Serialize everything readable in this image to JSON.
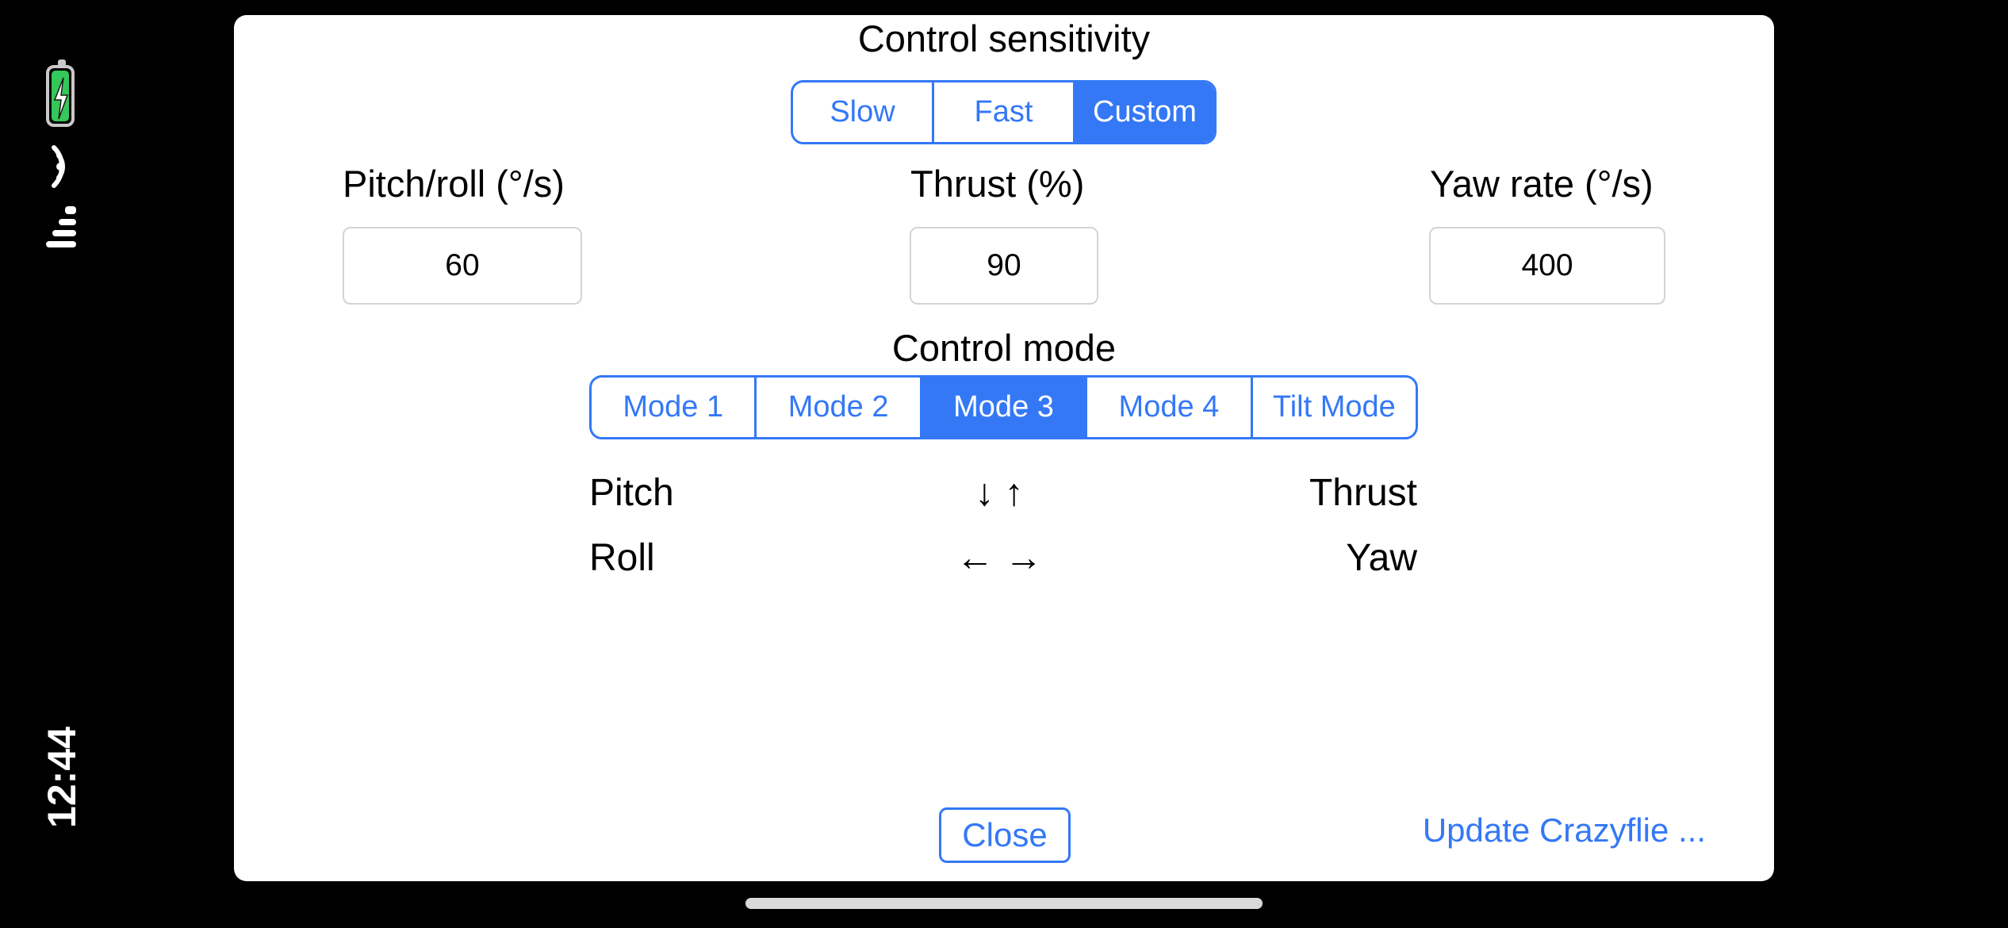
{
  "status_bar": {
    "time": "12:44",
    "battery_icon": "battery-charging-icon",
    "wifi_icon": "wifi-icon",
    "signal_icon": "cellular-signal-icon"
  },
  "sensitivity": {
    "title": "Control sensitivity",
    "options": [
      "Slow",
      "Fast",
      "Custom"
    ],
    "selected": "Custom"
  },
  "params": {
    "pitch_roll": {
      "label": "Pitch/roll (°/s)",
      "value": "60"
    },
    "thrust": {
      "label": "Thrust (%)",
      "value": "90"
    },
    "yaw_rate": {
      "label": "Yaw rate (°/s)",
      "value": "400"
    }
  },
  "control_mode": {
    "title": "Control mode",
    "options": [
      "Mode 1",
      "Mode 2",
      "Mode 3",
      "Mode 4",
      "Tilt Mode"
    ],
    "selected": "Mode 3"
  },
  "mapping": {
    "row1": {
      "left": "Pitch",
      "right": "Thrust",
      "arrows": "↓ ↑"
    },
    "row2": {
      "left": "Roll",
      "right": "Yaw",
      "arrows": "← →"
    }
  },
  "footer": {
    "close_label": "Close",
    "update_label": "Update Crazyflie ..."
  },
  "colors": {
    "accent": "#3478f6",
    "background": "#000000",
    "sheet": "#ffffff",
    "battery_fill": "#34c759"
  }
}
